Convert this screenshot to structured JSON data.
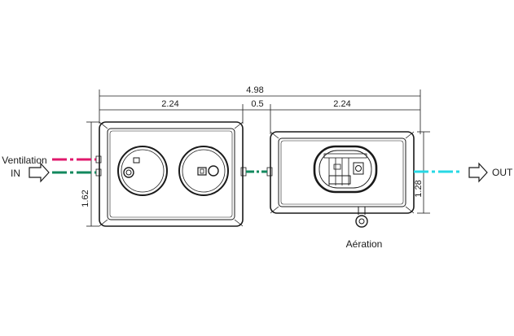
{
  "dimensions": {
    "total_width": "4.98",
    "left_width": "2.24",
    "gap": "0.5",
    "right_width": "2.24",
    "left_height": "1.62",
    "right_height": "1.28"
  },
  "labels": {
    "inlet_line1": "Ventilation",
    "inlet_line2": "IN",
    "outlet": "OUT",
    "aeration": "Aération"
  },
  "colors": {
    "pink_line": "#e0186c",
    "green_line": "#12885e",
    "cyan_line": "#27d8e4",
    "outline": "#1a1a1a"
  },
  "icons": {
    "inlet_arrow": "arrow-right-outline-icon",
    "outlet_arrow": "arrow-right-outline-icon"
  }
}
